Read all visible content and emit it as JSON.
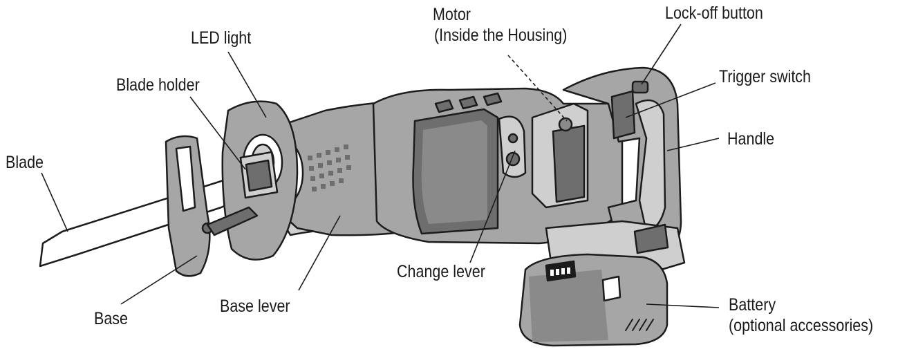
{
  "labels": {
    "motor": "Motor",
    "motor_note": "(Inside the Housing)",
    "lock_off_button": "Lock-off  button",
    "led_light": "LED light",
    "trigger_switch": "Trigger switch",
    "blade_holder": "Blade holder",
    "handle": "Handle",
    "blade": "Blade",
    "change_lever": "Change lever",
    "battery": "Battery",
    "battery_note": "(optional accessories)",
    "base": "Base",
    "base_lever": "Base lever"
  },
  "colors": {
    "body": "#a6a6a6",
    "body_dark": "#6e6e6e",
    "body_light": "#cfcfcf",
    "outline": "#1c1c1c",
    "blade": "#ffffff"
  }
}
